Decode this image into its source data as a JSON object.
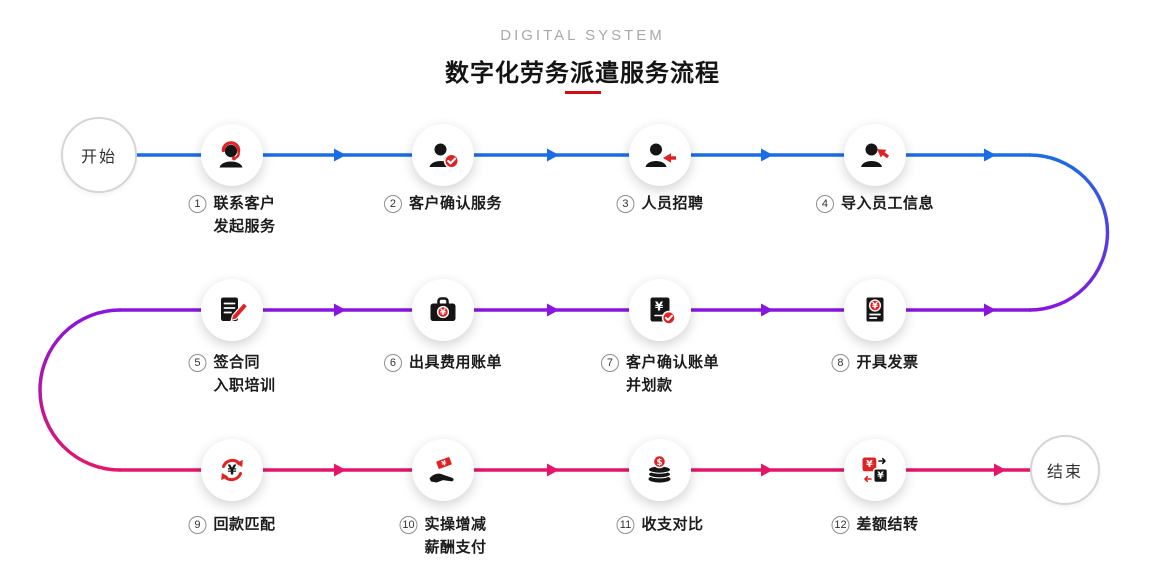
{
  "header": {
    "eyebrow": "DIGITAL SYSTEM",
    "title": "数字化劳务派遣服务流程"
  },
  "flow": {
    "start_label": "开始",
    "end_label": "结束",
    "steps": [
      {
        "num": "1",
        "label": "联系客户\n发起服务",
        "icon": "customer-service-icon"
      },
      {
        "num": "2",
        "label": "客户确认服务",
        "icon": "person-check-icon"
      },
      {
        "num": "3",
        "label": "人员招聘",
        "icon": "person-recruit-icon"
      },
      {
        "num": "4",
        "label": "导入员工信息",
        "icon": "person-import-icon"
      },
      {
        "num": "5",
        "label": "签合同\n入职培训",
        "icon": "contract-sign-icon"
      },
      {
        "num": "6",
        "label": "出具费用账单",
        "icon": "billing-case-icon"
      },
      {
        "num": "7",
        "label": "客户确认账单\n并划款",
        "icon": "bill-confirm-icon"
      },
      {
        "num": "8",
        "label": "开具发票",
        "icon": "invoice-icon"
      },
      {
        "num": "9",
        "label": "回款匹配",
        "icon": "payment-match-icon"
      },
      {
        "num": "10",
        "label": "实操增减\n薪酬支付",
        "icon": "salary-pay-icon"
      },
      {
        "num": "11",
        "label": "收支对比",
        "icon": "income-compare-icon"
      },
      {
        "num": "12",
        "label": "差额结转",
        "icon": "balance-transfer-icon"
      }
    ]
  },
  "colors": {
    "line_row1": "#1a6de5",
    "line_row2": "#8816df",
    "line_row3": "#e4156b",
    "icon_red": "#e02222",
    "icon_black": "#151515",
    "title_underline": "#d40b12"
  }
}
